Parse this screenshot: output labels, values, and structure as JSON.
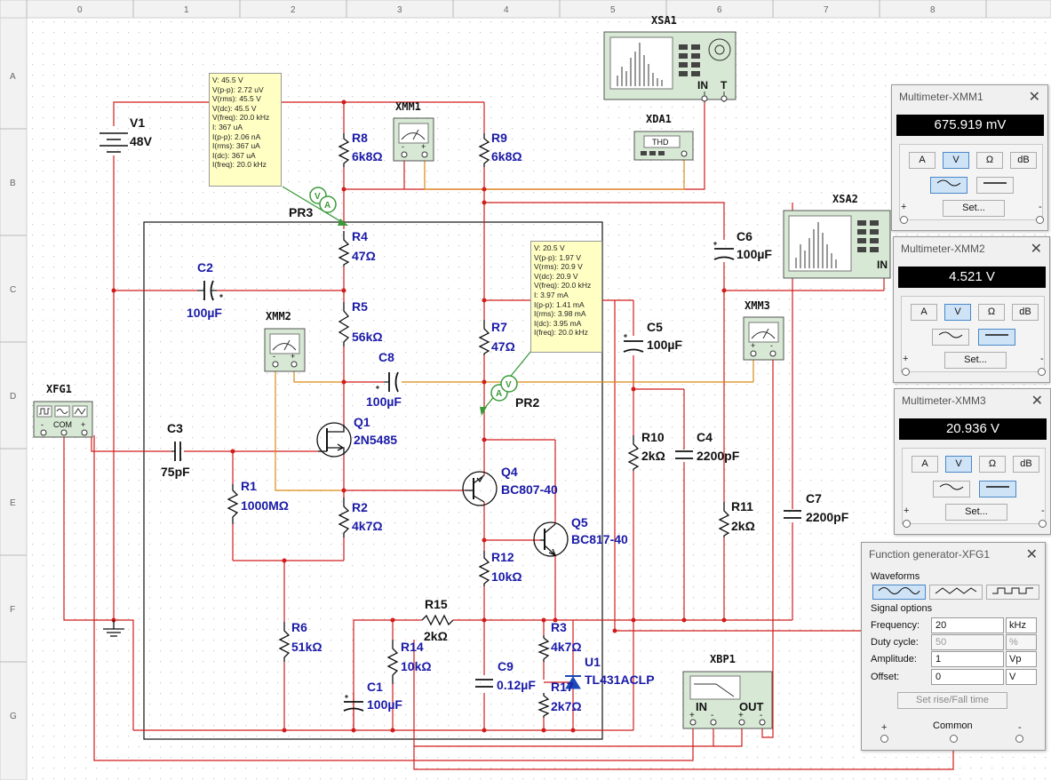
{
  "ruler": {
    "columns": [
      "0",
      "1",
      "2",
      "3",
      "4",
      "5",
      "6",
      "7",
      "8"
    ],
    "rows": [
      "A",
      "B",
      "C",
      "D",
      "E",
      "F",
      "G"
    ]
  },
  "components": {
    "V1": {
      "ref": "V1",
      "value": "48V"
    },
    "R1": {
      "ref": "R1",
      "value": "1000MΩ"
    },
    "R2": {
      "ref": "R2",
      "value": "4k7Ω"
    },
    "R3": {
      "ref": "R3",
      "value": "4k7Ω"
    },
    "R4": {
      "ref": "R4",
      "value": "47Ω"
    },
    "R5": {
      "ref": "R5",
      "value": "56kΩ"
    },
    "R6": {
      "ref": "R6",
      "value": "51kΩ"
    },
    "R7": {
      "ref": "R7",
      "value": "47Ω"
    },
    "R8": {
      "ref": "R8",
      "value": "6k8Ω"
    },
    "R9": {
      "ref": "R9",
      "value": "6k8Ω"
    },
    "R10": {
      "ref": "R10",
      "value": "2kΩ"
    },
    "R11": {
      "ref": "R11",
      "value": "2kΩ"
    },
    "R12": {
      "ref": "R12",
      "value": "10kΩ"
    },
    "R14": {
      "ref": "R14",
      "value": "10kΩ"
    },
    "R15": {
      "ref": "R15",
      "value": "2kΩ"
    },
    "R17": {
      "ref": "R17",
      "value": "2k7Ω"
    },
    "C1": {
      "ref": "C1",
      "value": "100µF"
    },
    "C2": {
      "ref": "C2",
      "value": "100µF"
    },
    "C3": {
      "ref": "C3",
      "value": "75pF"
    },
    "C4": {
      "ref": "C4",
      "value": "2200pF"
    },
    "C5": {
      "ref": "C5",
      "value": "100µF"
    },
    "C6": {
      "ref": "C6",
      "value": "100µF"
    },
    "C7": {
      "ref": "C7",
      "value": "2200pF"
    },
    "C8": {
      "ref": "C8",
      "value": "100µF"
    },
    "C9": {
      "ref": "C9",
      "value": "0.12µF"
    },
    "Q1": {
      "ref": "Q1",
      "value": "2N5485"
    },
    "Q4": {
      "ref": "Q4",
      "value": "BC807-40"
    },
    "Q5": {
      "ref": "Q5",
      "value": "BC817-40"
    },
    "U1": {
      "ref": "U1",
      "value": "TL431ACLP"
    }
  },
  "instruments": {
    "xsa1": "XSA1",
    "xsa2": "XSA2",
    "xda1": "XDA1",
    "xda1_text": "THD",
    "xmm1": "XMM1",
    "xmm2": "XMM2",
    "xmm3": "XMM3",
    "xfg1": "XFG1",
    "xfg1_com": "COM",
    "xbp1": "XBP1",
    "in": "IN",
    "t": "T",
    "out": "OUT",
    "pr2": "PR2",
    "pr3": "PR3",
    "probe_v": "V",
    "probe_a": "A"
  },
  "probes": {
    "pr3_lines": [
      "V: 45.5 V",
      "V(p-p): 2.72 uV",
      "V(rms): 45.5 V",
      "V(dc): 45.5 V",
      "V(freq): 20.0 kHz",
      "I: 367 uA",
      "I(p-p): 2.06 nA",
      "I(rms): 367 uA",
      "I(dc): 367 uA",
      "I(freq): 20.0 kHz"
    ],
    "pr2_lines": [
      "V: 20.5 V",
      "V(p-p): 1.97 V",
      "V(rms): 20.9 V",
      "V(dc): 20.9 V",
      "V(freq): 20.0 kHz",
      "I: 3.97 mA",
      "I(p-p): 1.41 mA",
      "I(rms): 3.98 mA",
      "I(dc): 3.95 mA",
      "I(freq): 20.0 kHz"
    ]
  },
  "multimeters": [
    {
      "title": "Multimeter-XMM1",
      "reading": "675.919 mV",
      "mode": "V",
      "coupling": "ac"
    },
    {
      "title": "Multimeter-XMM2",
      "reading": "4.521 V",
      "mode": "V",
      "coupling": "dc"
    },
    {
      "title": "Multimeter-XMM3",
      "reading": "20.936 V",
      "mode": "V",
      "coupling": "dc"
    }
  ],
  "mm_buttons": {
    "a": "A",
    "v": "V",
    "ohm": "Ω",
    "db": "dB",
    "set": "Set...",
    "plus": "+",
    "minus": "-"
  },
  "function_generator": {
    "title": "Function generator-XFG1",
    "waveforms_label": "Waveforms",
    "signal_options_label": "Signal options",
    "frequency": {
      "label": "Frequency:",
      "value": "20",
      "unit": "kHz"
    },
    "duty_cycle": {
      "label": "Duty cycle:",
      "value": "50",
      "unit": "%"
    },
    "amplitude": {
      "label": "Amplitude:",
      "value": "1",
      "unit": "Vp"
    },
    "offset": {
      "label": "Offset:",
      "value": "0",
      "unit": "V"
    },
    "rise_fall_button": "Set rise/Fall time",
    "common_label": "Common",
    "plus": "+",
    "minus": "-",
    "selected_waveform": "sine"
  }
}
